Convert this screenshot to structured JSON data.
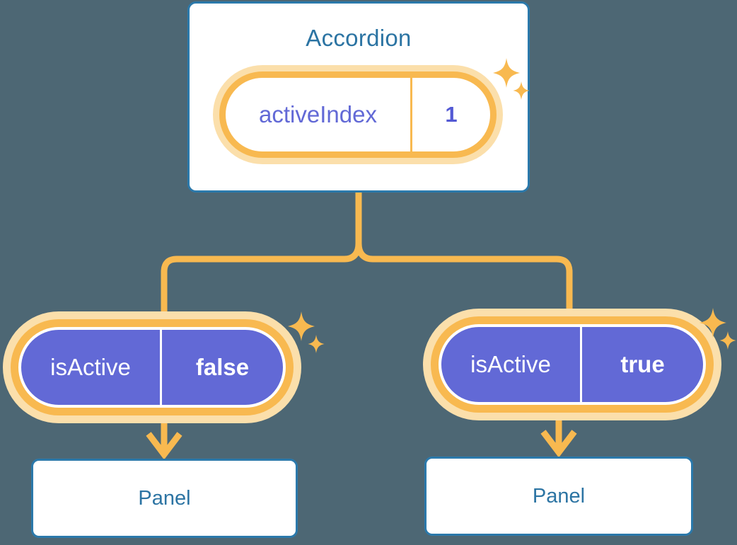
{
  "diagram": {
    "background_color": "#4d6774",
    "accent_orange": "#f8b950",
    "accent_orange_pale": "#fbdfab",
    "accent_blue": "#2b79ab",
    "accent_purple": "#6269d6",
    "root": {
      "title": "Accordion",
      "prop": {
        "key": "activeIndex",
        "value": "1"
      }
    },
    "branches": [
      {
        "prop": {
          "key": "isActive",
          "value": "false"
        },
        "child": {
          "title": "Panel"
        }
      },
      {
        "prop": {
          "key": "isActive",
          "value": "true"
        },
        "child": {
          "title": "Panel"
        }
      }
    ]
  }
}
